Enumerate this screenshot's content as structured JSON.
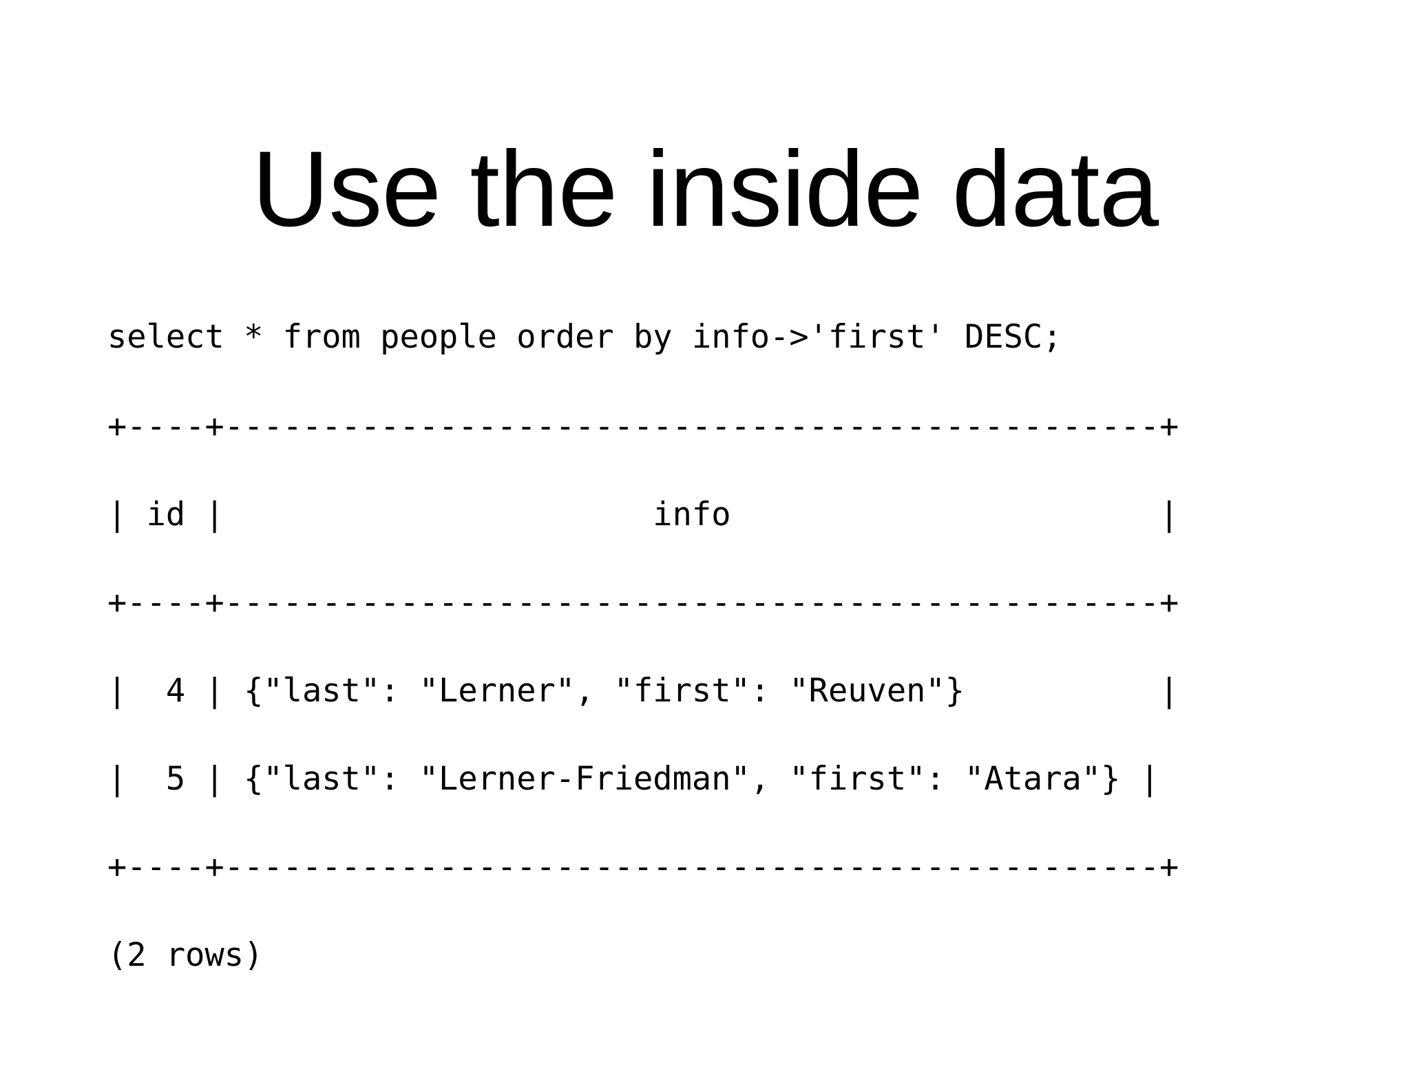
{
  "slide": {
    "title": "Use the inside data"
  },
  "terminal": {
    "query": "select * from people order by info->'first' DESC;",
    "separator": "+----+------------------------------------------------+",
    "header_row": "| id |                      info                      |",
    "rows": [
      "|  4 | {\"last\": \"Lerner\", \"first\": \"Reuven\"}          |",
      "|  5 | {\"last\": \"Lerner-Friedman\", \"first\": \"Atara\"} |"
    ],
    "footer": "(2 rows)"
  }
}
